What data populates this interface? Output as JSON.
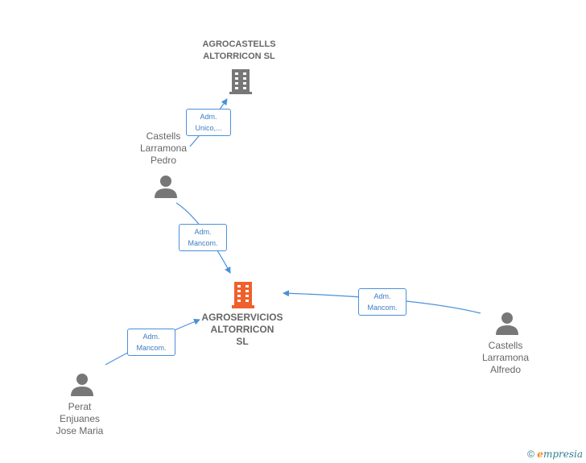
{
  "nodes": {
    "agrocastells": {
      "label_line1": "AGROCASTELLS",
      "label_line2": "ALTORRICON SL"
    },
    "agroservicios": {
      "label_line1": "AGROSERVICIOS",
      "label_line2": "ALTORRICON",
      "label_line3": "SL"
    },
    "pedro": {
      "label_line1": "Castells",
      "label_line2": "Larramona",
      "label_line3": "Pedro"
    },
    "alfredo": {
      "label_line1": "Castells",
      "label_line2": "Larramona",
      "label_line3": "Alfredo"
    },
    "perat": {
      "label_line1": "Perat",
      "label_line2": "Enjuanes",
      "label_line3": "Jose Maria"
    }
  },
  "relations": {
    "pedro_agrocastells": {
      "line1": "Adm.",
      "line2": "Unico,..."
    },
    "pedro_agroservicios": {
      "line1": "Adm.",
      "line2": "Mancom."
    },
    "alfredo_agroservicios": {
      "line1": "Adm.",
      "line2": "Mancom."
    },
    "perat_agroservicios": {
      "line1": "Adm.",
      "line2": "Mancom."
    }
  },
  "colors": {
    "edge": "#4a90d9",
    "main_company": "#f0602b",
    "company": "#777777",
    "person": "#777777"
  },
  "footer": {
    "copyright_symbol": "©",
    "brand_initial": "e",
    "brand_rest": "mpresia"
  }
}
